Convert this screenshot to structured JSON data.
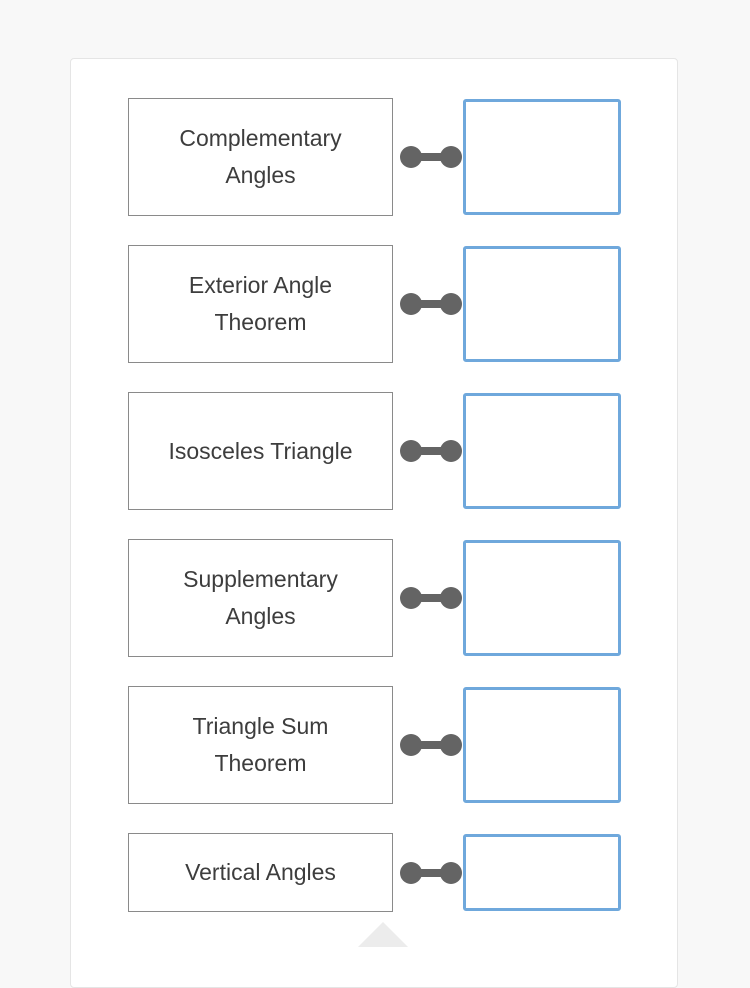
{
  "page": {
    "background_color": "#f8f8f8"
  },
  "card": {
    "background_color": "#ffffff",
    "border_color": "#e5e5e5"
  },
  "colors": {
    "term_box_border": "#8a8a8a",
    "term_text": "#3d3d3d",
    "connector": "#646464",
    "drop_box_border": "#6fa8dc",
    "scroll_hint": "#ececec"
  },
  "matching": {
    "pairs": [
      {
        "term": "Complementary Angles",
        "answer": ""
      },
      {
        "term": "Exterior Angle Theorem",
        "answer": ""
      },
      {
        "term": "Isosceles Triangle",
        "answer": ""
      },
      {
        "term": "Supplementary Angles",
        "answer": ""
      },
      {
        "term": "Triangle Sum Theorem",
        "answer": ""
      },
      {
        "term": "Vertical Angles",
        "answer": ""
      }
    ]
  }
}
